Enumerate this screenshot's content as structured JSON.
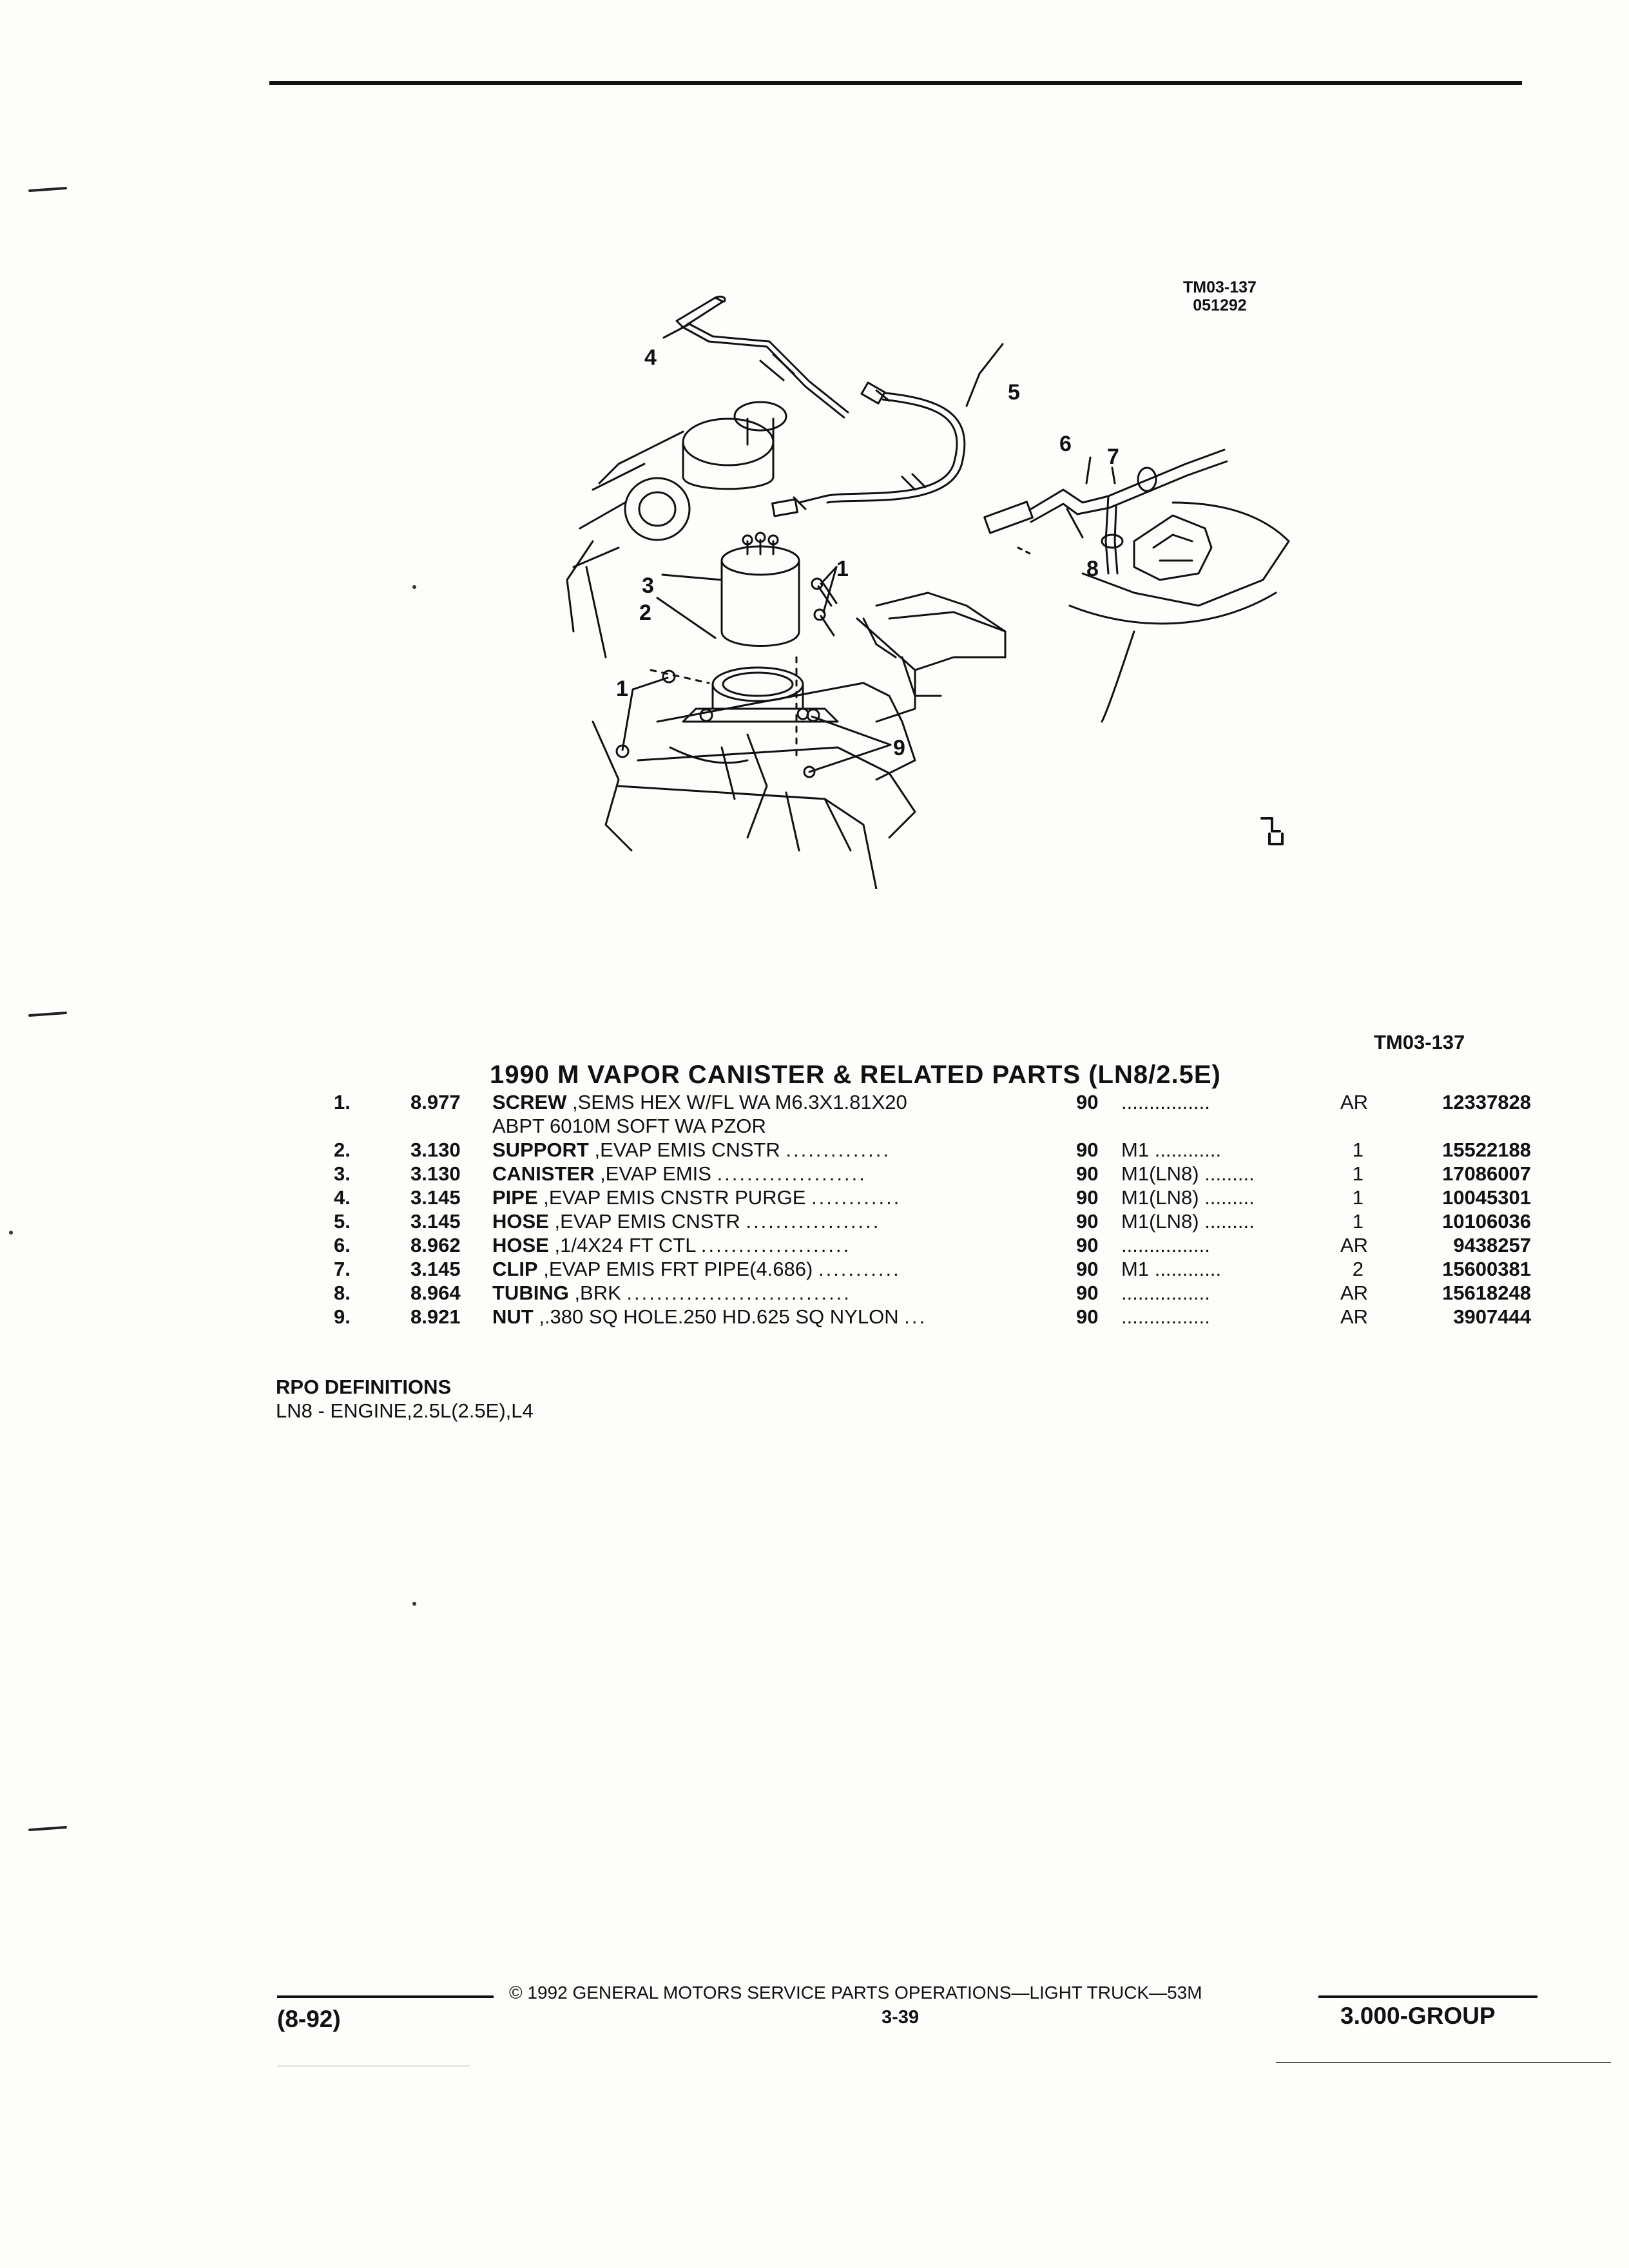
{
  "figure": {
    "code_top": "TM03-137",
    "code_date": "051292",
    "callouts": [
      "1",
      "2",
      "3",
      "4",
      "5",
      "6",
      "7",
      "8",
      "9",
      "1"
    ]
  },
  "section": {
    "title": "1990 M VAPOR CANISTER & RELATED PARTS (LN8/2.5E)",
    "ref_code": "TM03-137"
  },
  "parts": [
    {
      "item": "1.",
      "group": "8.977",
      "noun": "SCREW",
      "desc": " ,SEMS HEX W/FL WA M6.3X1.81X20",
      "cont": "ABPT 6010M SOFT WA PZOR",
      "dots": "",
      "year": "90",
      "rpo": "",
      "rpo_dots": "................",
      "qty": "AR",
      "part_number": "12337828"
    },
    {
      "item": "2.",
      "group": "3.130",
      "noun": "SUPPORT",
      "desc": " ,EVAP EMIS CNSTR",
      "cont": "",
      "dots": "..............",
      "year": "90",
      "rpo": "M1",
      "rpo_dots": "............",
      "qty": "1",
      "part_number": "15522188"
    },
    {
      "item": "3.",
      "group": "3.130",
      "noun": "CANISTER",
      "desc": " ,EVAP EMIS",
      "cont": "",
      "dots": "....................",
      "year": "90",
      "rpo": "M1(LN8)",
      "rpo_dots": ".........",
      "qty": "1",
      "part_number": "17086007"
    },
    {
      "item": "4.",
      "group": "3.145",
      "noun": "PIPE",
      "desc": " ,EVAP EMIS CNSTR PURGE",
      "cont": "",
      "dots": "............",
      "year": "90",
      "rpo": "M1(LN8)",
      "rpo_dots": ".........",
      "qty": "1",
      "part_number": "10045301"
    },
    {
      "item": "5.",
      "group": "3.145",
      "noun": "HOSE",
      "desc": " ,EVAP EMIS CNSTR",
      "cont": "",
      "dots": "..................",
      "year": "90",
      "rpo": "M1(LN8)",
      "rpo_dots": ".........",
      "qty": "1",
      "part_number": "10106036"
    },
    {
      "item": "6.",
      "group": "8.962",
      "noun": "HOSE",
      "desc": " ,1/4X24 FT CTL",
      "cont": "",
      "dots": "....................",
      "year": "90",
      "rpo": "",
      "rpo_dots": "................",
      "qty": "AR",
      "part_number": "9438257"
    },
    {
      "item": "7.",
      "group": "3.145",
      "noun": "CLIP",
      "desc": " ,EVAP EMIS FRT PIPE(4.686)",
      "cont": "",
      "dots": "...........",
      "year": "90",
      "rpo": "M1",
      "rpo_dots": "............",
      "qty": "2",
      "part_number": "15600381"
    },
    {
      "item": "8.",
      "group": "8.964",
      "noun": "TUBING",
      "desc": " ,BRK",
      "cont": "",
      "dots": "..............................",
      "year": "90",
      "rpo": "",
      "rpo_dots": "................",
      "qty": "AR",
      "part_number": "15618248"
    },
    {
      "item": "9.",
      "group": "8.921",
      "noun": "NUT",
      "desc": " ,.380 SQ HOLE.250 HD.625 SQ NYLON",
      "cont": "",
      "dots": "...",
      "year": "90",
      "rpo": "",
      "rpo_dots": "................",
      "qty": "AR",
      "part_number": "3907444"
    }
  ],
  "rpo": {
    "heading": "RPO DEFINITIONS",
    "definition": "LN8 - ENGINE,2.5L(2.5E),L4"
  },
  "footer": {
    "copyright": "©  1992  GENERAL MOTORS SERVICE PARTS OPERATIONS—LIGHT TRUCK—53M",
    "date": "(8-92)",
    "page": "3-39",
    "group": "3.000-GROUP"
  }
}
